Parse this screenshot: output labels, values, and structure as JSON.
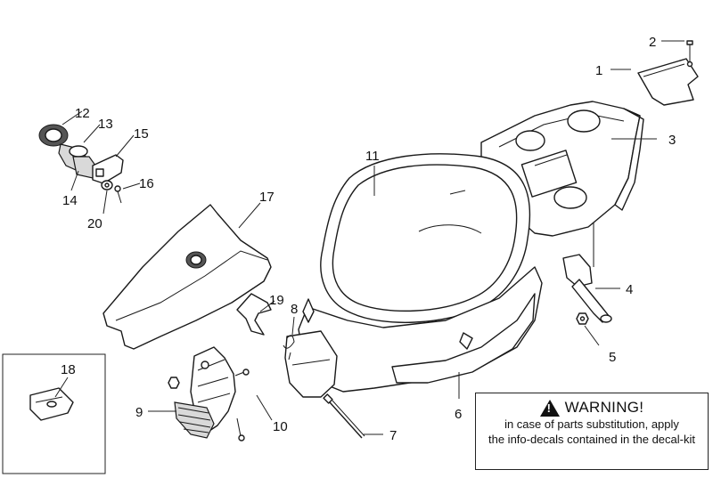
{
  "callouts": {
    "c1": "1",
    "c2": "2",
    "c3": "3",
    "c4": "4",
    "c5": "5",
    "c6": "6",
    "c7": "7",
    "c8": "8",
    "c9": "9",
    "c10": "10",
    "c11": "11",
    "c12": "12",
    "c13": "13",
    "c14": "14",
    "c15": "15",
    "c16": "16",
    "c17": "17",
    "c18": "18",
    "c19": "19",
    "c20": "20"
  },
  "warning": {
    "title": "WARNING!",
    "icon": "warning-triangle-icon",
    "line1": "in case of parts substitution, apply",
    "line2": "the info-decals contained in the decal-kit"
  }
}
